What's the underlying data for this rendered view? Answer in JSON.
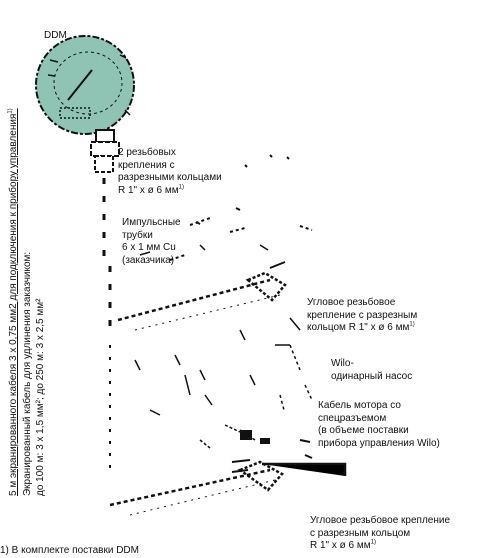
{
  "labels": {
    "gauge": "DDM",
    "fitting_top_l1": "2 резьбовых",
    "fitting_top_l2": "крепления с",
    "fitting_top_l3": "разрезными кольцами",
    "fitting_top_l4": "R 1\" x ø 6 мм",
    "impulse_l1": "Импульсные",
    "impulse_l2": "трубки",
    "impulse_l3": "6 x 1 мм Cu",
    "impulse_l4": "(заказчика)",
    "angle_top_l1": "Угловое резьбовое",
    "angle_top_l2": "крепление с разрезным",
    "angle_top_l3": "кольцом R 1\" x ø 6 мм",
    "pump_l1": "Wilo-",
    "pump_l2": "одинарный насос",
    "motor_l1": "Кабель мотора со",
    "motor_l2": "спецразъемом",
    "motor_l3": "(в объеме поставки",
    "motor_l4": "прибора управления Wilo)",
    "angle_bot_l1": "Угловое резьбовое крепление",
    "angle_bot_l2": "с разрезным кольцом",
    "angle_bot_l3": "R 1\" x ø 6 мм",
    "footnote": "1) В комплекте поставки DDM",
    "sup": "1)"
  },
  "vertical": {
    "line1": "5 м экранированного кабеля 3 x 0,75 мм2 для подключения к прибору управления",
    "line2": "Экранированный кабель для удлинения заказчиком:",
    "line3": "до 100 м: 3 x 1,5 мм²; до 250 м: 3 x 2,5 мм²"
  },
  "colors": {
    "gauge_fill": "#8fc4b4",
    "line": "#111111"
  }
}
